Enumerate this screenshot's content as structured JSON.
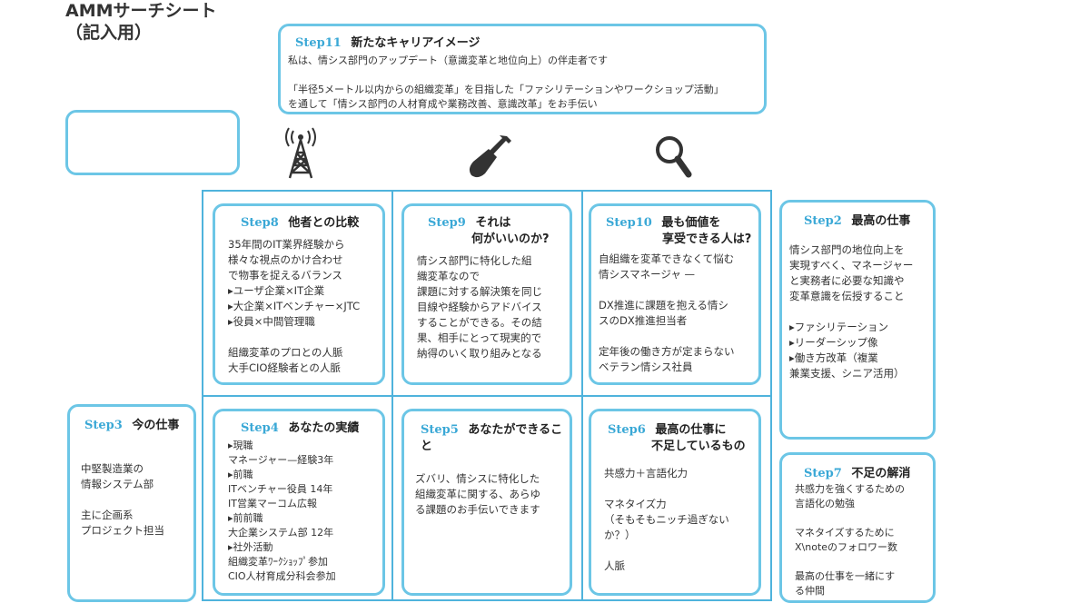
{
  "title": {
    "line1": "AMMサーチシート",
    "line2": "（記入用）"
  },
  "step11": {
    "step": "Step11",
    "heading": "新たなキャリアイメージ",
    "body": "私は、情シス部門のアップデート（意識変革と地位向上）の伴走者です\n\n「半径5メートル以内からの組織変革」を目指した「ファシリテーションやワークショップ活動」\nを通して「情シス部門の人材育成や業務改善、意識改革」をお手伝い"
  },
  "step8": {
    "step": "Step8",
    "heading": "他者との比較",
    "body": "35年間のIT業界経験から\n様々な視点のかけ合わせ\nで物事を捉えるバランス\n▸ユーザ企業×IT企業\n▸大企業×ITベンチャー×JTC\n▸役員×中間管理職\n\n組織変革のプロとの人脈\n大手CIO経験者との人脈"
  },
  "step9": {
    "step": "Step9",
    "heading1": "それは",
    "heading2": "何がいいのか?",
    "body": "情シス部門に特化した組\n織変革なので\n課題に対する解決策を同じ\n目線や経験からアドバイス\nすることができる。その結\n果、相手にとって現実的で\n納得のいく取り組みとなる"
  },
  "step10": {
    "step": "Step10",
    "heading1": "最も価値を",
    "heading2": "享受できる人は?",
    "body": "自組織を変革できなくて悩む\n情シスマネージャ —\n\nDX推進に課題を抱える情シ\nスのDX推進担当者\n\n定年後の働き方が定まらない\nベテラン情シス社員"
  },
  "step2": {
    "step": "Step2",
    "heading": "最高の仕事",
    "body": "情シス部門の地位向上を\n実現すべく、マネージャー\nと実務者に必要な知識や\n変革意識を伝授すること\n\n▸ファシリテーション\n▸リーダーシップ像\n▸働き方改革（複業\n兼業支援、シニア活用）"
  },
  "step3": {
    "step": "Step3",
    "heading": "今の仕事",
    "body": "中堅製造業の\n情報システム部\n\n主に企画系\nプロジェクト担当"
  },
  "step4": {
    "step": "Step4",
    "heading": "あなたの実績",
    "body": "▸現職\nマネージャー—経験3年\n▸前職\nITベンチャー役員 14年\nIT営業マーコム広報\n▸前前職\n大企業システム部 12年\n▸社外活動\n組織変革ﾜｰｸｼｮｯﾌﾟ参加\nCIO人材育成分科会参加"
  },
  "step5": {
    "step": "Step5",
    "heading": "あなたができること",
    "body": "ズバリ、情シスに特化した\n組織変革に関する、あらゆ\nる課題のお手伝いできます"
  },
  "step6": {
    "step": "Step6",
    "heading1": "最高の仕事に",
    "heading2": "不足しているもの",
    "body": "共感力＋言語化力\n\nマネタイズ力\n（そもそもニッチ過ぎない\nか？）\n\n人脈"
  },
  "step7": {
    "step": "Step7",
    "heading": "不足の解消",
    "body": "共感力を強くするための\n言語化の勉強\n\nマネタイズするために\nX\\noteのフォロワー数\n\n最高の仕事を一緒にす\nる仲間"
  },
  "colors": {
    "border": "#6cc6e6",
    "grid": "#4fb3dc",
    "step_label": "#3aa8d6"
  },
  "icons": [
    "antenna-tower-icon",
    "shovel-icon",
    "magnifier-icon"
  ]
}
